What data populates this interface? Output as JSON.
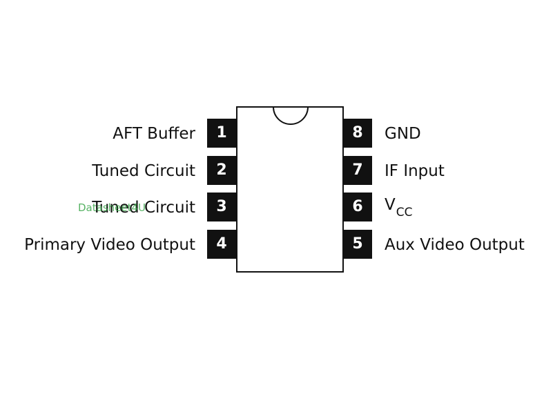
{
  "diagram": {
    "left_pins": [
      {
        "number": "1",
        "label": "AFT Buffer"
      },
      {
        "number": "2",
        "label": "Tuned Circuit"
      },
      {
        "number": "3",
        "label": "Tuned Circuit"
      },
      {
        "number": "4",
        "label": "Primary Video Output"
      }
    ],
    "right_pins": [
      {
        "number": "8",
        "label": "GND"
      },
      {
        "number": "7",
        "label": "IF Input"
      },
      {
        "number": "6",
        "label": "V",
        "subscript": "CC"
      },
      {
        "number": "5",
        "label": "Aux Video Output"
      }
    ],
    "watermark": "Datasheet4U"
  },
  "colors": {
    "chip_outline": "#111111",
    "pin_fill": "#111111",
    "pin_text": "#ffffff",
    "watermark": "#3aa64a"
  }
}
